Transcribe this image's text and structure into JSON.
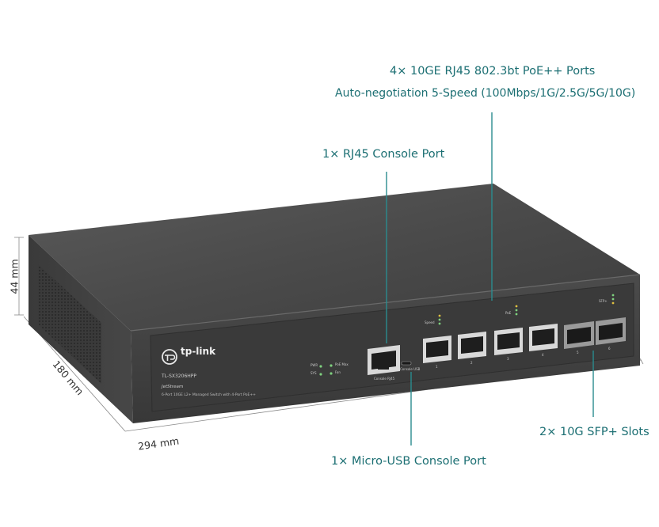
{
  "callouts": {
    "poe_ports_title": "4× 10GE RJ45 802.3bt PoE++ Ports",
    "poe_ports_subtitle": "Auto-negotiation 5-Speed (100Mbps/1G/2.5G/5G/10G)",
    "rj45_console": "1× RJ45 Console Port",
    "sfp_slots": "2× 10G SFP+ Slots",
    "micro_usb_console": "1× Micro-USB Console Port"
  },
  "dimensions": {
    "height": "44 mm",
    "depth": "180 mm",
    "width": "294 mm"
  },
  "device": {
    "brand": "tp-link",
    "model": "TL-SX3206HPP",
    "series": "JetStream",
    "description": "6-Port 10GE L2+ Managed Switch with 4-Port PoE++",
    "console_label": "Console RJ45",
    "usb_label": "Console USB",
    "led_labels": [
      "PWR",
      "SYS",
      "Fan",
      "PoE Max"
    ],
    "speed_label": "Speed",
    "poe_label": "PoE",
    "sfp_label": "SFP+",
    "port_numbers": [
      "1",
      "2",
      "3",
      "4",
      "5",
      "6"
    ]
  },
  "colors": {
    "callout_text": "#1c6f73",
    "leader_line": "#2a8c8f",
    "chassis_top": "#4a4a4a",
    "chassis_front": "#3e3e3e"
  }
}
